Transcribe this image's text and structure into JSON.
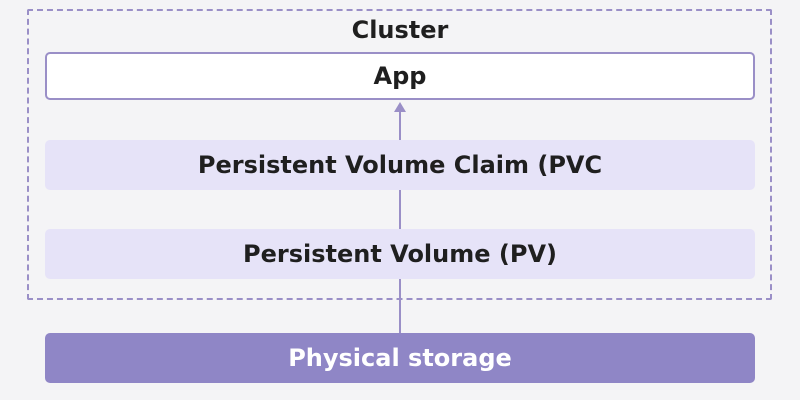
{
  "cluster": {
    "title": "Cluster"
  },
  "layers": {
    "app": "App",
    "pvc": "Persistent Volume Claim (PVC",
    "pv": "Persistent Volume (PV)",
    "storage": "Physical storage"
  },
  "colors": {
    "accent": "#9a8fc7",
    "light_fill": "#e6e3f8",
    "storage_fill": "#8f86c6",
    "background": "#f4f4f6"
  }
}
